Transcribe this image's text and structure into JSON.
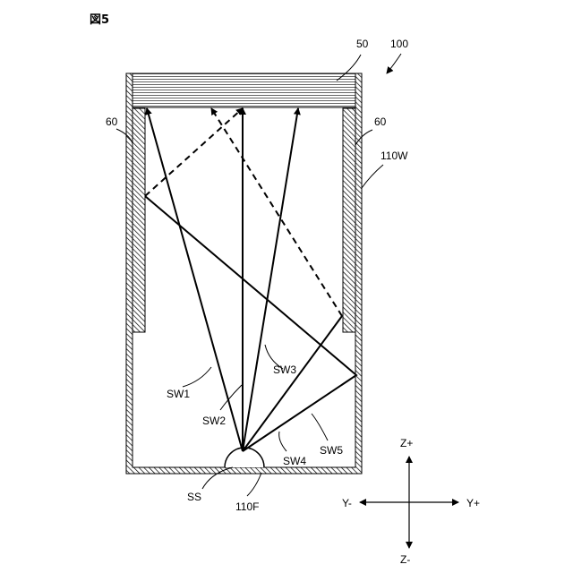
{
  "figure_label": "図5",
  "labels": {
    "ref_100": "100",
    "ref_50": "50",
    "ref_60_left": "60",
    "ref_60_right": "60",
    "ref_110W": "110W",
    "sw1": "SW1",
    "sw2": "SW2",
    "sw3": "SW3",
    "sw4": "SW4",
    "sw5": "SW5",
    "ss": "SS",
    "ref_110F": "110F"
  },
  "axes": {
    "z_plus": "Z+",
    "z_minus": "Z-",
    "y_plus": "Y+",
    "y_minus": "Y-"
  }
}
